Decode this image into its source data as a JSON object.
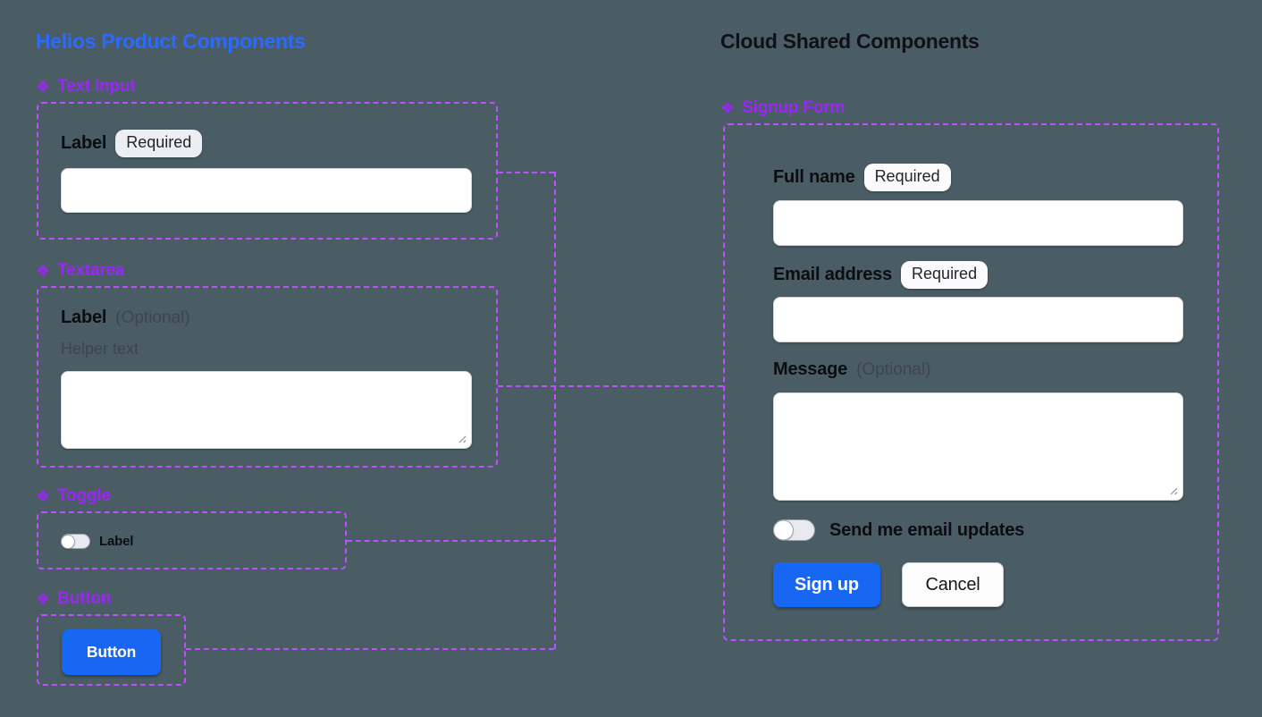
{
  "colors": {
    "background": "#4A5C64",
    "title_blue": "#2B6AFA",
    "component_purple": "#9B27F5",
    "dash_purple": "#BC4FFE",
    "ink": "#0C0D11",
    "muted": "#3E4550",
    "button_blue": "#1767F2"
  },
  "icons": {
    "component_glyph": "❖"
  },
  "helios": {
    "title": "Helios Product Components",
    "text_input": {
      "header": "Text Input",
      "label": "Label",
      "badge": "Required",
      "value": ""
    },
    "textarea": {
      "header": "Textarea",
      "label": "Label",
      "optional": "(Optional)",
      "helper": "Helper text",
      "value": ""
    },
    "toggle": {
      "header": "Toggle",
      "label": "Label",
      "state": "off"
    },
    "button": {
      "header": "Button",
      "label": "Button"
    }
  },
  "cloud": {
    "title": "Cloud Shared Components",
    "signup_form": {
      "header": "Signup Form",
      "full_name": {
        "label": "Full name",
        "badge": "Required",
        "value": ""
      },
      "email": {
        "label": "Email address",
        "badge": "Required",
        "value": ""
      },
      "message": {
        "label": "Message",
        "optional": "(Optional)",
        "value": ""
      },
      "updates_toggle": {
        "label": "Send me email updates",
        "state": "off"
      },
      "actions": {
        "submit": "Sign up",
        "cancel": "Cancel"
      }
    }
  }
}
